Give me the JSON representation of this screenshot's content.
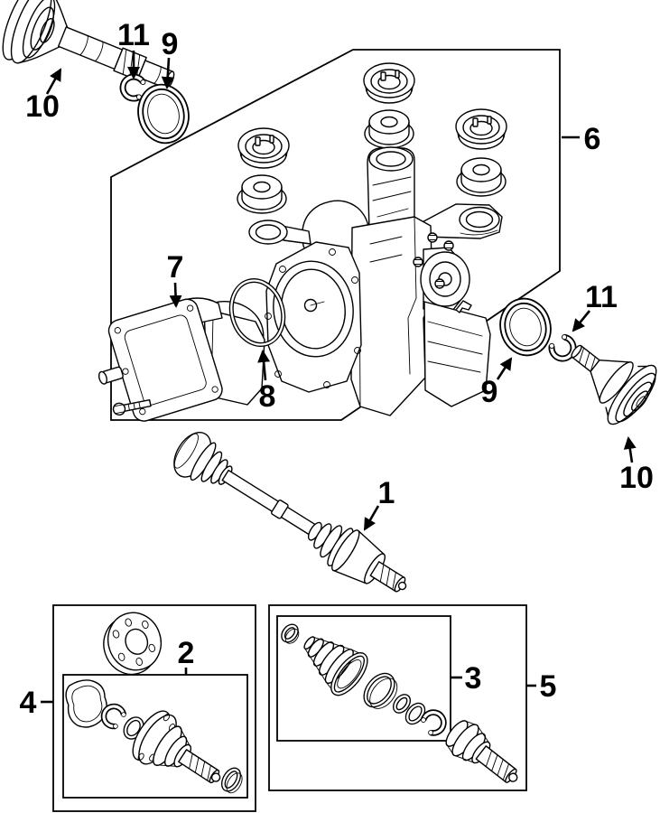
{
  "diagram": {
    "kind": "exploded-parts-diagram",
    "subject": "rear axle differential and CV drive axle",
    "background_color": "#ffffff",
    "line_color": "#000000",
    "label_color": "#000000"
  },
  "callouts": [
    {
      "ref": "drive-axle-shaft-assembly",
      "label": "1"
    },
    {
      "ref": "inner-cv-joint-kit",
      "label": "2"
    },
    {
      "ref": "cv-boot-kit",
      "label": "3"
    },
    {
      "ref": "inner-joint-repair-kit",
      "label": "4"
    },
    {
      "ref": "outer-joint-repair-kit",
      "label": "5"
    },
    {
      "ref": "differential-assembly",
      "label": "6"
    },
    {
      "ref": "differential-actuator",
      "label": "7"
    },
    {
      "ref": "actuator-o-ring",
      "label": "8"
    },
    {
      "ref": "axle-seal-top",
      "label": "9"
    },
    {
      "ref": "axle-seal-right",
      "label": "9"
    },
    {
      "ref": "stub-shaft-top-left",
      "label": "10"
    },
    {
      "ref": "output-flange-right",
      "label": "10"
    },
    {
      "ref": "snap-ring-top",
      "label": "11"
    },
    {
      "ref": "snap-ring-right",
      "label": "11"
    }
  ]
}
